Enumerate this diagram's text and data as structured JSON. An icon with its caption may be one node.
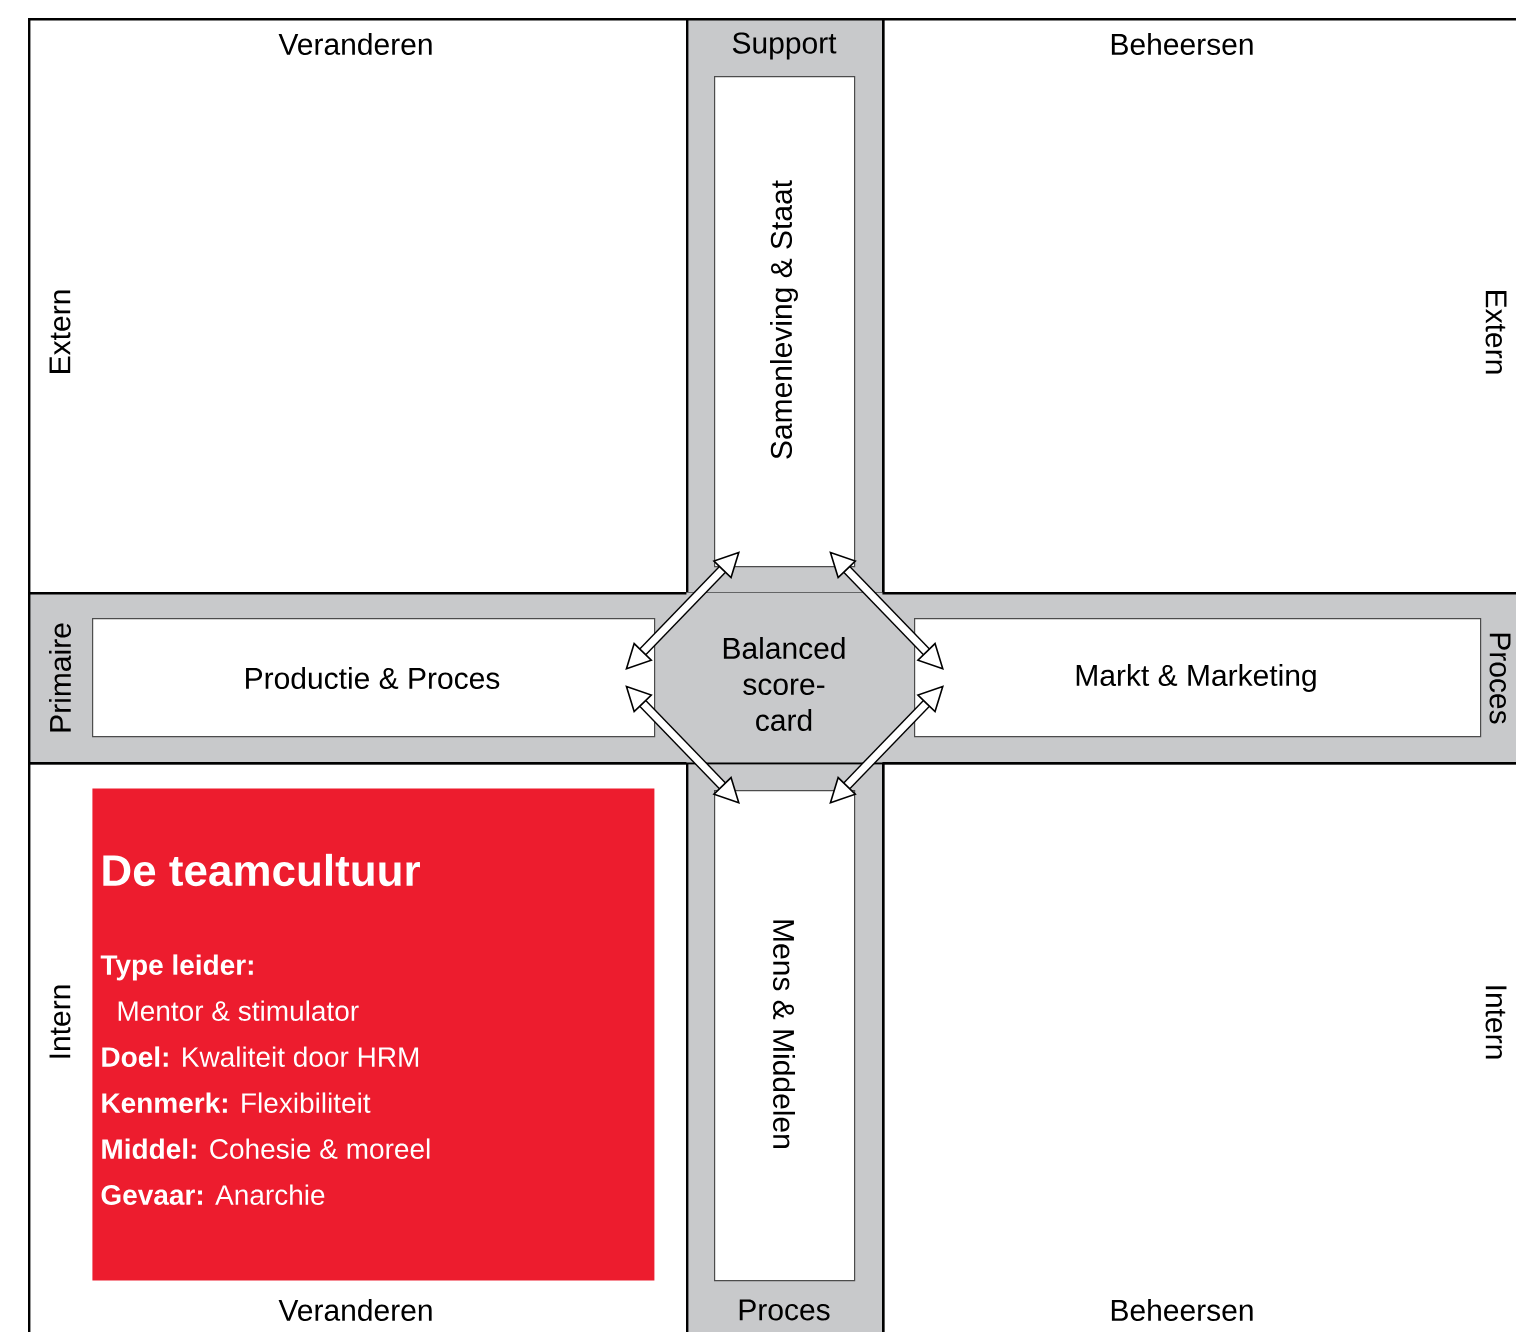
{
  "diagram": {
    "nodes": [
      {
        "text": [
          "Veranderen",
          "Extern"
        ]
      },
      {
        "text": [
          "Support",
          "Proces"
        ]
      },
      {
        "text": [
          "Beheersen",
          "Extern"
        ]
      },
      {
        "text": [
          "Samenleving & Staat"
        ],
        "in": 1
      },
      {
        "text": [
          "Primaire",
          "Proces"
        ]
      },
      {
        "text": [
          "Productie & Proces"
        ],
        "in": 4
      },
      {
        "text": [
          "Balanced score-card"
        ]
      },
      {
        "text": [
          "Markt & Marketing"
        ],
        "in": 4
      },
      {
        "text": [
          "Intern",
          "Veranderen"
        ]
      },
      {
        "text": [
          "De teamcultuur",
          "**Type leider:** Mentor & stimulator",
          "**Doel:** Kwaliteit door HRM",
          "**Kenmerk:** Flexibiliteit",
          "**Middel:** Cohesie & moreel",
          "**Gevaar:** Anarchie"
        ],
        "in": 8
      },
      {
        "text": [
          "Mens & Middelen"
        ],
        "in": 1
      },
      {
        "text": [
          "Intern",
          "Beheersen"
        ]
      }
    ],
    "edges": [
      {
        "from": 5,
        "to": 3,
        "arrow": "both"
      },
      {
        "from": 3,
        "to": 7,
        "arrow": "both"
      },
      {
        "from": 5,
        "to": 10,
        "arrow": "both"
      },
      {
        "from": 7,
        "to": 10,
        "arrow": "both"
      }
    ]
  }
}
